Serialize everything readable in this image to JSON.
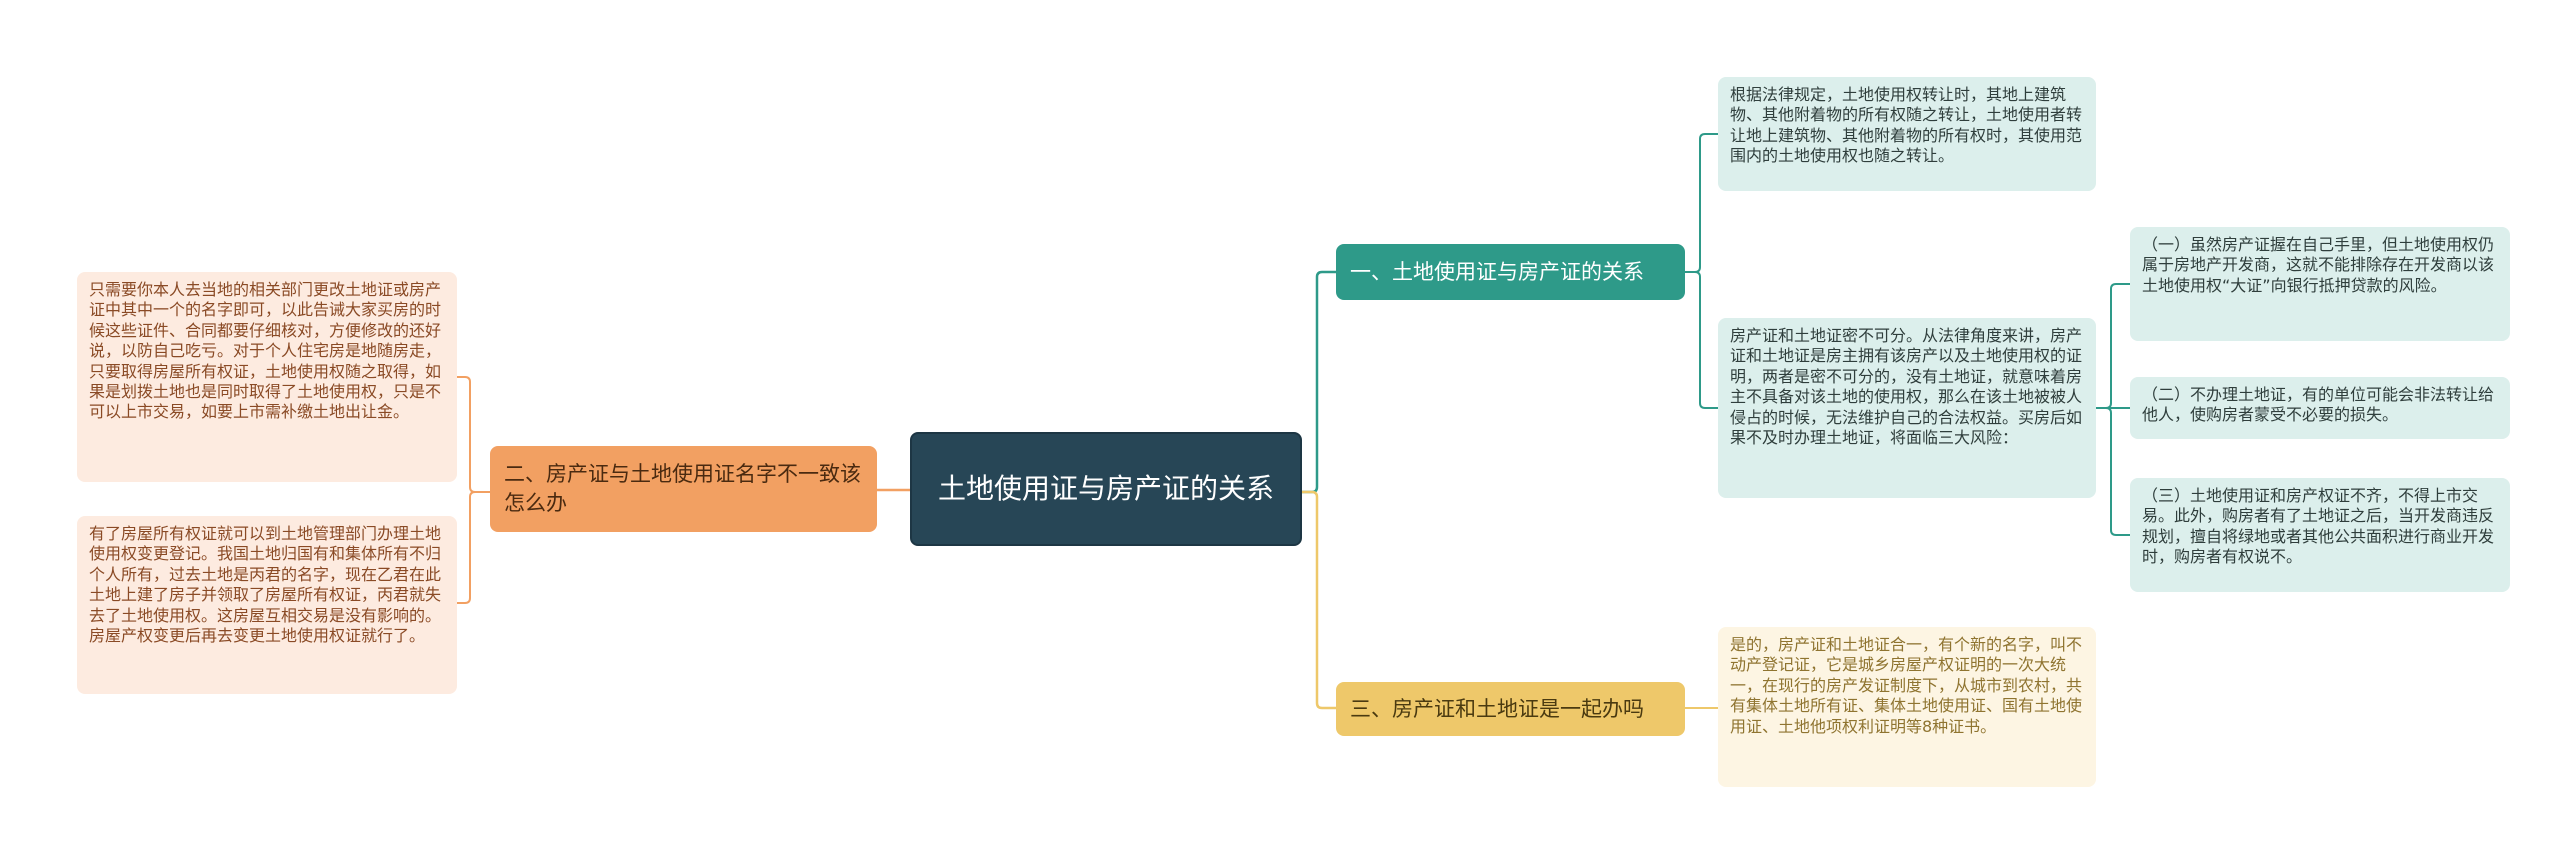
{
  "root": {
    "label": "土地使用证与房产证的关系"
  },
  "branches": {
    "b1": {
      "label": "一、土地使用证与房产证的关系"
    },
    "b2": {
      "label": "二、房产证与土地使用证名字不一致该怎么办"
    },
    "b3": {
      "label": "三、房产证和土地证是一起办吗"
    }
  },
  "leaves": {
    "b1_1": "根据法律规定，土地使用权转让时，其地上建筑物、其他附着物的所有权随之转让，土地使用者转让地上建筑物、其他附着物的所有权时，其使用范围内的土地使用权也随之转让。",
    "b1_2": "房产证和土地证密不可分。从法律角度来讲，房产证和土地证是房主拥有该房产以及土地使用权的证明，两者是密不可分的，没有土地证，就意味着房主不具备对该土地的使用权，那么在该土地被被人侵占的时候，无法维护自己的合法权益。买房后如果不及时办理土地证，将面临三大风险：",
    "b1_2_1": "（一）虽然房产证握在自己手里，但土地使用权仍属于房地产开发商，这就不能排除存在开发商以该土地使用权“大证”向银行抵押贷款的风险。",
    "b1_2_2": "（二）不办理土地证，有的单位可能会非法转让给他人，使购房者蒙受不必要的损失。",
    "b1_2_3": "（三）土地使用证和房产权证不齐，不得上市交易。此外，购房者有了土地证之后，当开发商违反规划，擅自将绿地或者其他公共面积进行商业开发时，购房者有权说不。",
    "b2_1": "只需要你本人去当地的相关部门更改土地证或房产证中其中一个的名字即可，以此告诫大家买房的时候这些证件、合同都要仔细核对，方便修改的还好说，以防自己吃亏。对于个人住宅房是地随房走，只要取得房屋所有权证，土地使用权随之取得，如果是划拨土地也是同时取得了土地使用权，只是不可以上市交易，如要上市需补缴土地出让金。",
    "b2_2": "有了房屋所有权证就可以到土地管理部门办理土地使用权变更登记。我国土地归国有和集体所有不归个人所有，过去土地是丙君的名字，现在乙君在此土地上建了房子并领取了房屋所有权证，丙君就失去了土地使用权。这房屋互相交易是没有影响的。房屋产权变更后再去变更土地使用权证就行了。",
    "b3_1": "是的，房产证和土地证合一，有个新的名字，叫不动产登记证，它是城乡房屋产权证明的一次大统一，在现行的房产发证制度下，从城市到农村，共有集体土地所有证、集体土地使用证、国有土地使用证、土地他项权利证明等8种证书。"
  },
  "colors": {
    "root": "#274656",
    "teal": "#2e9a89",
    "orange": "#f2a062",
    "yellow": "#eec86a"
  }
}
